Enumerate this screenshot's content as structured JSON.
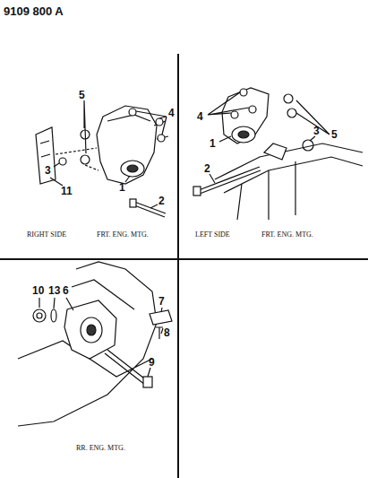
{
  "diagram": {
    "labels": [
      "9109 800 A",
      "5",
      "4",
      "11",
      "3",
      "1",
      "2",
      "RIGHT SIDE",
      "FRT. ENG. MTG.",
      "4",
      "5",
      "1",
      "3",
      "2",
      "LEFT SIDE",
      "FRT. ENG. MTG.",
      "10",
      "13",
      "6",
      "7",
      "8",
      "9",
      "RR. ENG. MTG."
    ]
  }
}
